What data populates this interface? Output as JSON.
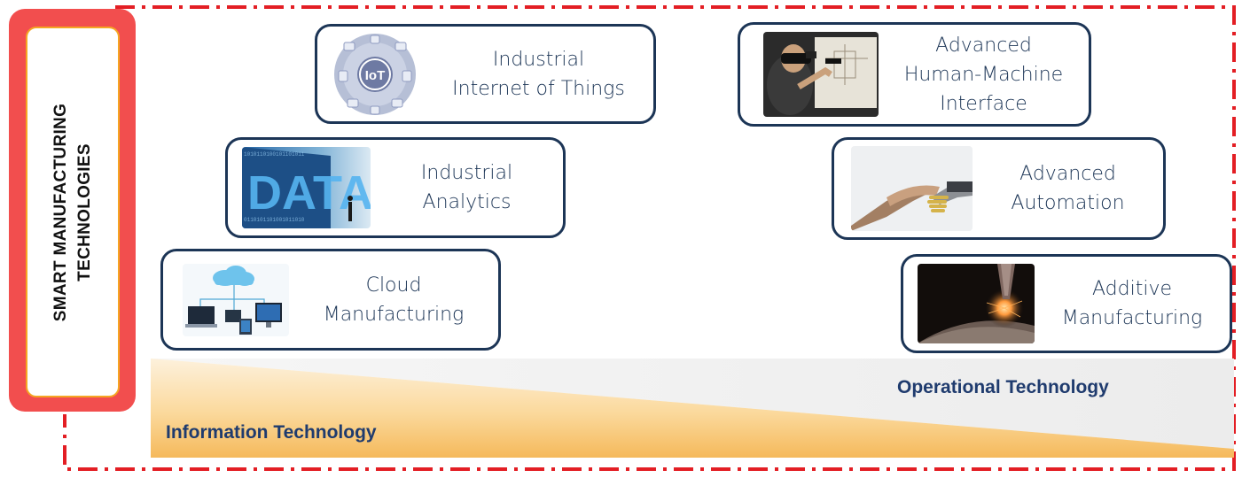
{
  "side_label": {
    "line1": "SMART MANUFACTURING",
    "line2": "TECHNOLOGIES"
  },
  "cards": {
    "iiot": {
      "label": "Industrial\nInternet of Things",
      "icon": "iot-icon"
    },
    "analytics": {
      "label": "Industrial\nAnalytics",
      "icon": "data-wall-image"
    },
    "cloud": {
      "label": "Cloud\nManufacturing",
      "icon": "cloud-devices-image"
    },
    "hmi": {
      "label": "Advanced\nHuman-Machine\nInterface",
      "icon": "vr-headset-image"
    },
    "automation": {
      "label": "Advanced\nAutomation",
      "icon": "robot-handshake-image"
    },
    "additive": {
      "label": "Additive\nManufacturing",
      "icon": "3d-printing-image"
    }
  },
  "band": {
    "left_label": "Information Technology",
    "right_label": "Operational Technology"
  },
  "iot_badge": "IoT",
  "colors": {
    "frame": "#e31e24",
    "card_border": "#1c3556",
    "side_box": "#f24e4e",
    "side_inner_border": "#f5a623",
    "band_text": "#1f3b6e",
    "band_orange": "#f7c66b"
  }
}
